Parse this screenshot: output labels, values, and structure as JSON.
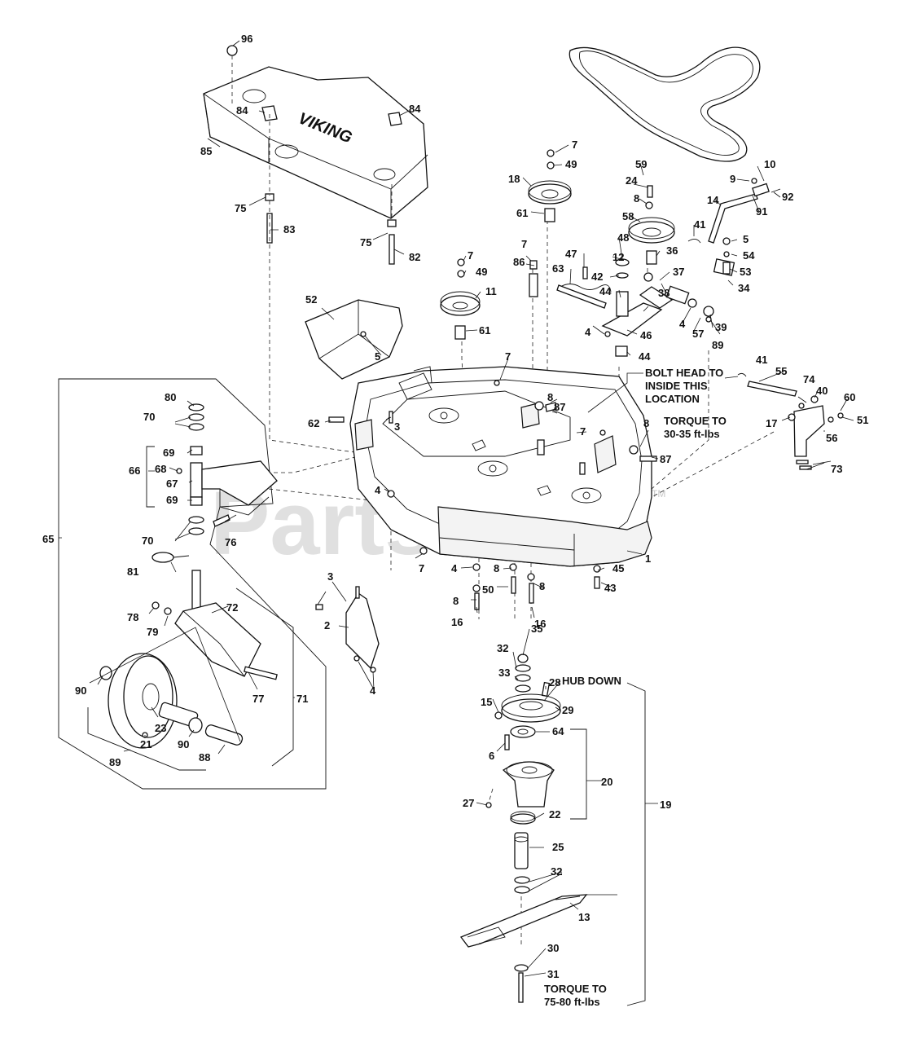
{
  "watermark": {
    "text": "PartsTree",
    "trademark": "TM"
  },
  "logo": {
    "text": "VIKING"
  },
  "notes": {
    "bolt_head_1": "BOLT HEAD TO",
    "bolt_head_2": "INSIDE THIS",
    "bolt_head_3": "LOCATION",
    "torque_a_1": "TORQUE TO",
    "torque_a_2": "30-35 ft-lbs",
    "hub_down": "HUB DOWN",
    "torque_b_1": "TORQUE TO",
    "torque_b_2": "75-80 ft-lbs"
  },
  "callouts": {
    "c96": "96",
    "c84a": "84",
    "c84b": "84",
    "c85": "85",
    "c75a": "75",
    "c75b": "75",
    "c83": "83",
    "c82": "82",
    "c7a": "7",
    "c49a": "49",
    "c18": "18",
    "c61a": "61",
    "c7b": "7",
    "c49b": "49",
    "c11": "11",
    "c61b": "61",
    "c7c": "7",
    "c86": "86",
    "c59": "59",
    "c24": "24",
    "c8a": "8",
    "c58": "58",
    "c10": "10",
    "c9": "9",
    "c92": "92",
    "c14": "14",
    "c91": "91",
    "c41a": "41",
    "c5a": "5",
    "c54": "54",
    "c53": "53",
    "c34": "34",
    "c48": "48",
    "c12": "12",
    "c36": "36",
    "c47": "47",
    "c63": "63",
    "c42": "42",
    "c37": "37",
    "c44a": "44",
    "c38": "38",
    "c4a": "4",
    "c39": "39",
    "c57": "57",
    "c89a": "89",
    "c46": "46",
    "c4b": "4",
    "c44b": "44",
    "c52": "52",
    "c5b": "5",
    "c7d": "7",
    "c8b": "8",
    "c87a": "87",
    "c41b": "41",
    "c55": "55",
    "c74": "74",
    "c40": "40",
    "c60": "60",
    "c51": "51",
    "c17": "17",
    "c56": "56",
    "c73": "73",
    "c80": "80",
    "c70a": "70",
    "c69a": "69",
    "c68": "68",
    "c66": "66",
    "c67": "67",
    "c69b": "69",
    "c70b": "70",
    "c3a": "3",
    "c62": "62",
    "c7e": "7",
    "c8c": "8",
    "c87b": "87",
    "c4c": "4",
    "c76": "76",
    "c65": "65",
    "c81": "81",
    "c7f": "7",
    "c4d": "4",
    "c8d": "8",
    "c45": "45",
    "c1": "1",
    "c50": "50",
    "c8e": "8",
    "c43": "43",
    "c8f": "8",
    "c16a": "16",
    "c16b": "16",
    "c3b": "3",
    "c78": "78",
    "c79": "79",
    "c72": "72",
    "c2": "2",
    "c4e": "4",
    "c35": "35",
    "c32a": "32",
    "c33": "33",
    "c28": "28",
    "c15": "15",
    "c29": "29",
    "c77": "77",
    "c71": "71",
    "c90a": "90",
    "c23": "23",
    "c21": "21",
    "c90b": "90",
    "c88": "88",
    "c89b": "89",
    "c64": "64",
    "c6": "6",
    "c20": "20",
    "c27": "27",
    "c22": "22",
    "c19": "19",
    "c25": "25",
    "c32b": "32",
    "c13": "13",
    "c30": "30",
    "c31": "31"
  }
}
